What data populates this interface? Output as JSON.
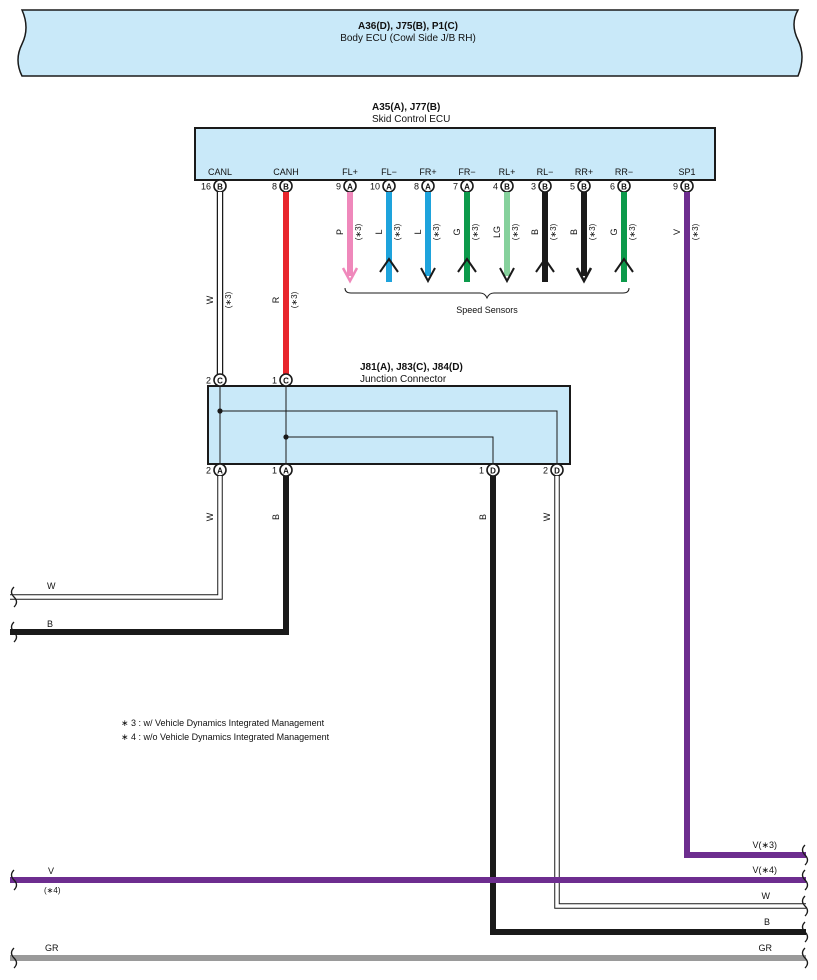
{
  "colors": {
    "box_fill": "#c9e9f9",
    "W": "#ffffff",
    "R": "#e8262c",
    "P": "#ef88bb",
    "L": "#1ea3dc",
    "G": "#0c9a4b",
    "LG": "#86d19c",
    "B": "#1a1a1a",
    "V": "#6d2d8f",
    "GR": "#9a9a9a"
  },
  "body_ecu": {
    "codes": "A36(D), J75(B), P1(C)",
    "name": "Body ECU (Cowl Side J/B RH)"
  },
  "skid_ecu": {
    "codes": "A35(A), J77(B)",
    "name": "Skid Control ECU",
    "pins": [
      {
        "label": "CANL",
        "num": "16",
        "conn": "B",
        "wire": "W",
        "note": "(∗3)"
      },
      {
        "label": "CANH",
        "num": "8",
        "conn": "B",
        "wire": "R",
        "note": "(∗3)"
      },
      {
        "label": "FL+",
        "num": "9",
        "conn": "A",
        "wire": "P",
        "note": "(∗3)"
      },
      {
        "label": "FL−",
        "num": "10",
        "conn": "A",
        "wire": "L",
        "note": "(∗3)"
      },
      {
        "label": "FR+",
        "num": "8",
        "conn": "A",
        "wire": "L",
        "note": "(∗3)"
      },
      {
        "label": "FR−",
        "num": "7",
        "conn": "A",
        "wire": "G",
        "note": "(∗3)"
      },
      {
        "label": "RL+",
        "num": "4",
        "conn": "B",
        "wire": "LG",
        "note": "(∗3)"
      },
      {
        "label": "RL−",
        "num": "3",
        "conn": "B",
        "wire": "B",
        "note": "(∗3)"
      },
      {
        "label": "RR+",
        "num": "5",
        "conn": "B",
        "wire": "B",
        "note": "(∗3)"
      },
      {
        "label": "RR−",
        "num": "6",
        "conn": "B",
        "wire": "G",
        "note": "(∗3)"
      },
      {
        "label": "SP1",
        "num": "9",
        "conn": "B",
        "wire": "V",
        "note": "(∗3)"
      }
    ]
  },
  "speed_sensors_label": "Speed Sensors",
  "junction": {
    "codes": "J81(A), J83(C), J84(D)",
    "name": "Junction Connector",
    "top_pins": [
      {
        "num": "2",
        "conn": "C"
      },
      {
        "num": "1",
        "conn": "C"
      }
    ],
    "bottom_pins": [
      {
        "num": "2",
        "conn": "A",
        "wire": "W"
      },
      {
        "num": "1",
        "conn": "A",
        "wire": "B"
      },
      {
        "num": "1",
        "conn": "D",
        "wire": "B"
      },
      {
        "num": "2",
        "conn": "D",
        "wire": "W"
      }
    ]
  },
  "left_wires": [
    {
      "label": "W"
    },
    {
      "label": "B"
    },
    {
      "label": "V",
      "note": "(∗4)"
    },
    {
      "label": "GR"
    }
  ],
  "right_wires": [
    {
      "label": "V(∗3)"
    },
    {
      "label": "V(∗4)"
    },
    {
      "label": "W"
    },
    {
      "label": "B"
    },
    {
      "label": "GR"
    }
  ],
  "notes": [
    "∗ 3 : w/ Vehicle Dynamics Integrated Management",
    "∗ 4 : w/o Vehicle Dynamics Integrated Management"
  ]
}
